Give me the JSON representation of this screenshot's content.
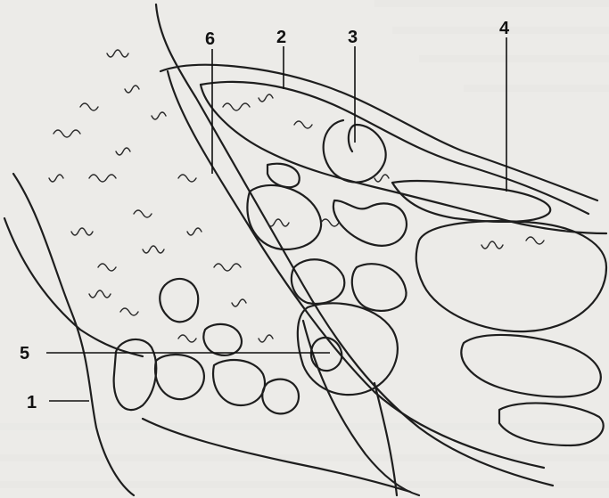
{
  "labels": {
    "l1": "1",
    "l2": "2",
    "l3": "3",
    "l4": "4",
    "l5": "5",
    "l6": "6"
  }
}
